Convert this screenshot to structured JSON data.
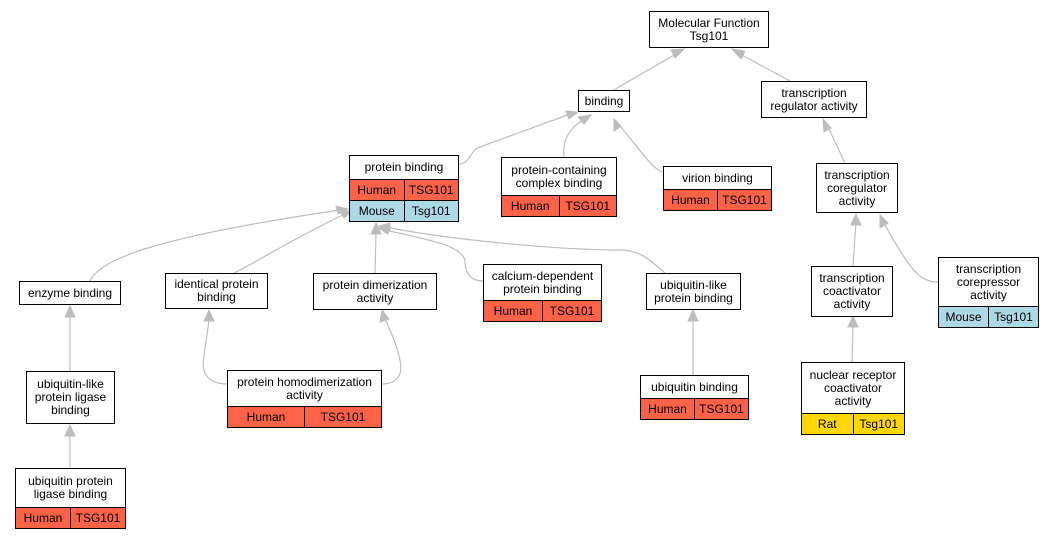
{
  "colors": {
    "human": "#ff6347",
    "mouse": "#add8e6",
    "rat": "#ffd700",
    "edge": "#bdbdbd"
  },
  "nodes": {
    "mf": {
      "label": "Molecular Function\nTsg101"
    },
    "binding": {
      "label": "binding"
    },
    "tra": {
      "label": "transcription\nregulator activity"
    },
    "pb": {
      "label": "protein binding",
      "rows": [
        {
          "species": "Human",
          "gene": "TSG101",
          "color": "human"
        },
        {
          "species": "Mouse",
          "gene": "Tsg101",
          "color": "mouse"
        }
      ]
    },
    "pccb": {
      "label": "protein-containing\ncomplex binding",
      "rows": [
        {
          "species": "Human",
          "gene": "TSG101",
          "color": "human"
        }
      ]
    },
    "vb": {
      "label": "virion binding",
      "rows": [
        {
          "species": "Human",
          "gene": "TSG101",
          "color": "human"
        }
      ]
    },
    "tcra": {
      "label": "transcription\ncoregulator\nactivity"
    },
    "eb": {
      "label": "enzyme binding"
    },
    "ipb": {
      "label": "identical protein\nbinding"
    },
    "pda": {
      "label": "protein dimerization\nactivity"
    },
    "cdpb": {
      "label": "calcium-dependent\nprotein binding",
      "rows": [
        {
          "species": "Human",
          "gene": "TSG101",
          "color": "human"
        }
      ]
    },
    "ulpb": {
      "label": "ubiquitin-like\nprotein binding"
    },
    "tcoa": {
      "label": "transcription\ncoactivator\nactivity"
    },
    "tcora": {
      "label": "transcription\ncorepressor\nactivity",
      "rows": [
        {
          "species": "Mouse",
          "gene": "Tsg101",
          "color": "mouse"
        }
      ]
    },
    "ulplb": {
      "label": "ubiquitin-like\nprotein ligase\nbinding"
    },
    "phda": {
      "label": "protein homodimerization\nactivity",
      "rows": [
        {
          "species": "Human",
          "gene": "TSG101",
          "color": "human"
        }
      ]
    },
    "ub": {
      "label": "ubiquitin binding",
      "rows": [
        {
          "species": "Human",
          "gene": "TSG101",
          "color": "human"
        }
      ]
    },
    "nrca": {
      "label": "nuclear receptor\ncoactivator\nactivity",
      "rows": [
        {
          "species": "Rat",
          "gene": "Tsg101",
          "color": "rat"
        }
      ]
    },
    "uplb": {
      "label": "ubiquitin protein\nligase binding",
      "rows": [
        {
          "species": "Human",
          "gene": "TSG101",
          "color": "human"
        }
      ]
    }
  },
  "edges": [
    [
      "binding",
      "mf"
    ],
    [
      "tra",
      "mf"
    ],
    [
      "pb",
      "binding"
    ],
    [
      "pccb",
      "binding"
    ],
    [
      "vb",
      "binding"
    ],
    [
      "tcra",
      "tra"
    ],
    [
      "eb",
      "pb"
    ],
    [
      "ipb",
      "pb"
    ],
    [
      "pda",
      "pb"
    ],
    [
      "cdpb",
      "pb"
    ],
    [
      "ulpb",
      "pb"
    ],
    [
      "tcoa",
      "tcra"
    ],
    [
      "tcora",
      "tcra"
    ],
    [
      "ulplb",
      "eb"
    ],
    [
      "phda",
      "ipb"
    ],
    [
      "phda",
      "pda"
    ],
    [
      "ub",
      "ulpb"
    ],
    [
      "nrca",
      "tcoa"
    ],
    [
      "uplb",
      "ulplb"
    ]
  ]
}
